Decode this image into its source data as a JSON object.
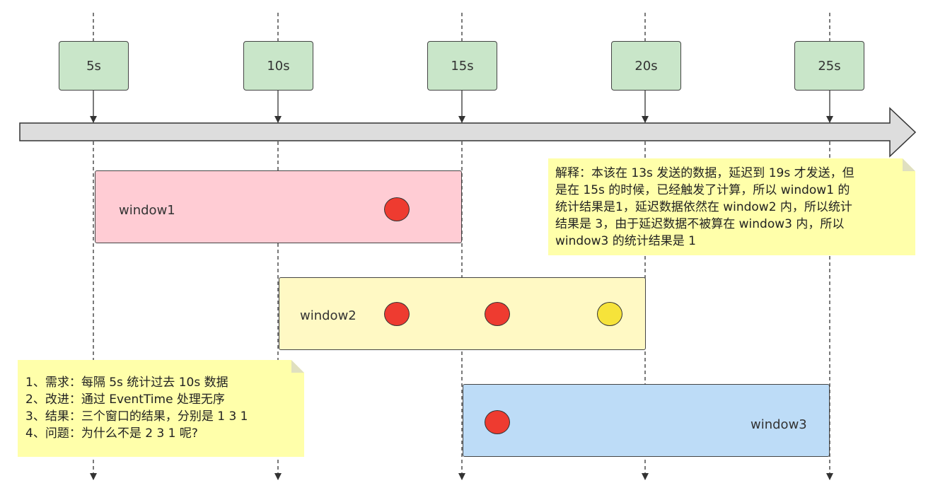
{
  "ticks": [
    "5s",
    "10s",
    "15s",
    "20s",
    "25s"
  ],
  "windows": [
    {
      "label": "window1",
      "fill": "#ffccd4"
    },
    {
      "label": "window2",
      "fill": "#fff9c4"
    },
    {
      "label": "window3",
      "fill": "#bddcf7"
    }
  ],
  "colors": {
    "tick_box": "#c9e6c9",
    "timeline_arrow": "#dddddd",
    "dot_on_time": "#ee3b30",
    "dot_late": "#f6e33a",
    "note": "#ffffaa"
  },
  "notes": {
    "explanation": [
      "解释：本该在 13s 发送的数据，延迟到 19s 才发送，但",
      "是在 15s 的时候，已经触发了计算，所以 window1 的",
      "统计结果是1，延迟数据依然在 window2 内，所以统计",
      "结果是 3，由于延迟数据不被算在 window3 内，所以",
      "window3 的统计结果是 1"
    ],
    "summary": [
      "1、需求：每隔 5s 统计过去 10s 数据",
      "2、改进：通过 EventTime 处理无序",
      "3、结果：三个窗口的结果，分别是 1 3 1",
      "4、问题：为什么不是 2 3 1 呢?"
    ]
  }
}
